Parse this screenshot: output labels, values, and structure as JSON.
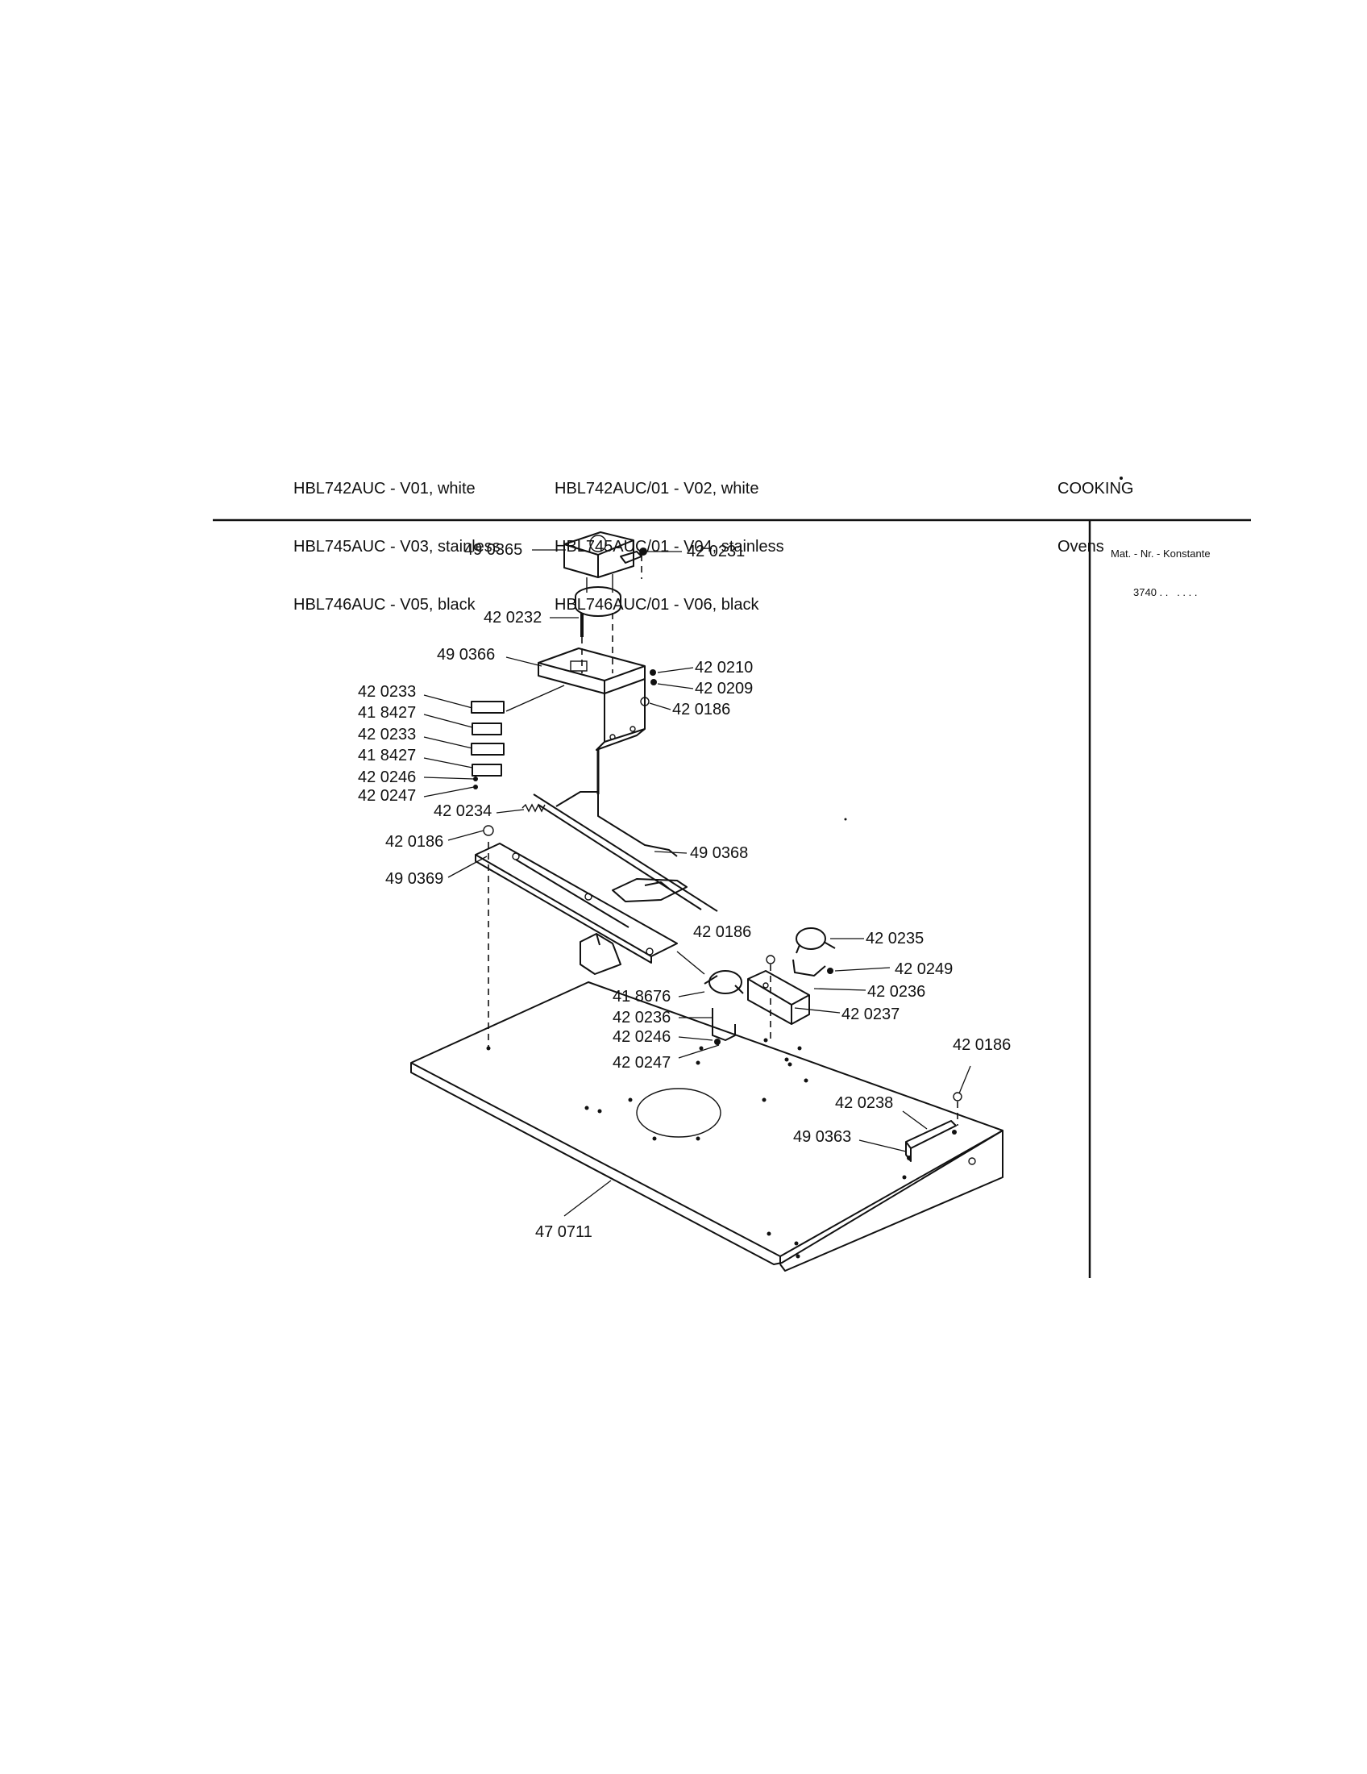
{
  "header": {
    "models_col1": [
      "HBL742AUC - V01, white",
      "HBL745AUC - V03, stainless",
      "HBL746AUC - V05, black"
    ],
    "models_col2": [
      "HBL742AUC/01 - V02, white",
      "HBL745AUC/01 - V04, stainless",
      "HBL746AUC/01 - V06, black"
    ],
    "category": "COOKING",
    "subcategory": "Ovens"
  },
  "mat_box": {
    "label": "Mat. - Nr. - Konstante",
    "value": "3740 . .   . . . ."
  },
  "part_labels": {
    "p490365": "49 0365",
    "p420231": "42 0231",
    "p420232": "42 0232",
    "p490366": "49 0366",
    "p420210": "42 0210",
    "p420209": "42 0209",
    "p420186a": "42 0186",
    "p420233a": "42 0233",
    "p418427a": "41 8427",
    "p420233b": "42 0233",
    "p418427b": "41 8427",
    "p420246a": "42 0246",
    "p420247a": "42 0247",
    "p420234": "42 0234",
    "p420186b": "42 0186",
    "p490368": "49 0368",
    "p490369": "49 0369",
    "p420186c": "42 0186",
    "p420235": "42 0235",
    "p420249": "42 0249",
    "p418676": "41 8676",
    "p420236a": "42 0236",
    "p420237": "42 0237",
    "p420236b": "42 0236",
    "p420246b": "42 0246",
    "p420247b": "42 0247",
    "p420186d": "42 0186",
    "p420238": "42 0238",
    "p490363": "49 0363",
    "p470711": "47 0711"
  }
}
